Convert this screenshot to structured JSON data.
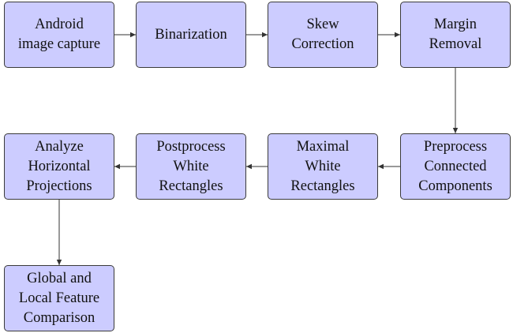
{
  "diagram": {
    "nodes": [
      {
        "id": "android-image-capture",
        "label": "Android\nimage capture"
      },
      {
        "id": "binarization",
        "label": "Binarization"
      },
      {
        "id": "skew-correction",
        "label": "Skew\nCorrection"
      },
      {
        "id": "margin-removal",
        "label": "Margin\nRemoval"
      },
      {
        "id": "preprocess-connected-components",
        "label": "Preprocess\nConnected\nComponents"
      },
      {
        "id": "maximal-white-rectangles",
        "label": "Maximal\nWhite\nRectangles"
      },
      {
        "id": "postprocess-white-rectangles",
        "label": "Postprocess\nWhite\nRectangles"
      },
      {
        "id": "analyze-horizontal-projections",
        "label": "Analyze\nHorizontal\nProjections"
      },
      {
        "id": "global-local-feature-comparison",
        "label": "Global and\nLocal Feature\nComparison"
      }
    ],
    "edges": [
      {
        "from": "android-image-capture",
        "to": "binarization"
      },
      {
        "from": "binarization",
        "to": "skew-correction"
      },
      {
        "from": "skew-correction",
        "to": "margin-removal"
      },
      {
        "from": "margin-removal",
        "to": "preprocess-connected-components"
      },
      {
        "from": "preprocess-connected-components",
        "to": "maximal-white-rectangles"
      },
      {
        "from": "maximal-white-rectangles",
        "to": "postprocess-white-rectangles"
      },
      {
        "from": "postprocess-white-rectangles",
        "to": "analyze-horizontal-projections"
      },
      {
        "from": "analyze-horizontal-projections",
        "to": "global-local-feature-comparison"
      }
    ],
    "colors": {
      "node_fill": "#ccccff",
      "node_border": "#3a3a3a",
      "edge": "#333333"
    }
  }
}
